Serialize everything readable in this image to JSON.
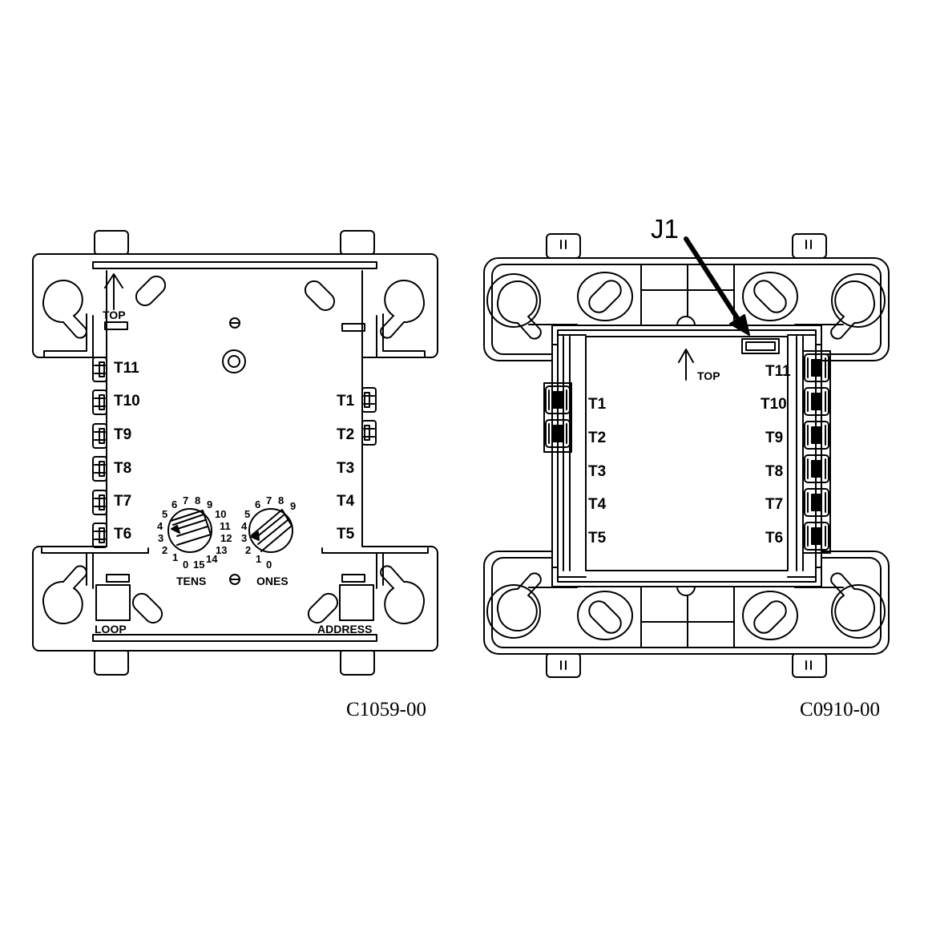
{
  "left_module": {
    "top_label": "TOP",
    "left_terminals": [
      "T11",
      "T10",
      "T9",
      "T8",
      "T7",
      "T6"
    ],
    "right_terminals": [
      "T1",
      "T2",
      "T3",
      "T4",
      "T5"
    ],
    "tens_label": "TENS",
    "ones_label": "ONES",
    "tens_digits": [
      "0",
      "1",
      "2",
      "3",
      "4",
      "5",
      "6",
      "7",
      "8",
      "9",
      "10",
      "11",
      "12",
      "13",
      "14",
      "15"
    ],
    "ones_digits": [
      "0",
      "1",
      "2",
      "3",
      "4",
      "5",
      "6",
      "7",
      "8",
      "9"
    ],
    "loop_label": "LOOP",
    "address_label": "ADDRESS",
    "drawing_code": "C1059-00"
  },
  "right_module": {
    "callout_label": "J1",
    "top_label": "TOP",
    "left_terminals": [
      "T1",
      "T2",
      "T3",
      "T4",
      "T5"
    ],
    "right_terminals": [
      "T11",
      "T10",
      "T9",
      "T8",
      "T7",
      "T6"
    ],
    "drawing_code": "C0910-00"
  }
}
